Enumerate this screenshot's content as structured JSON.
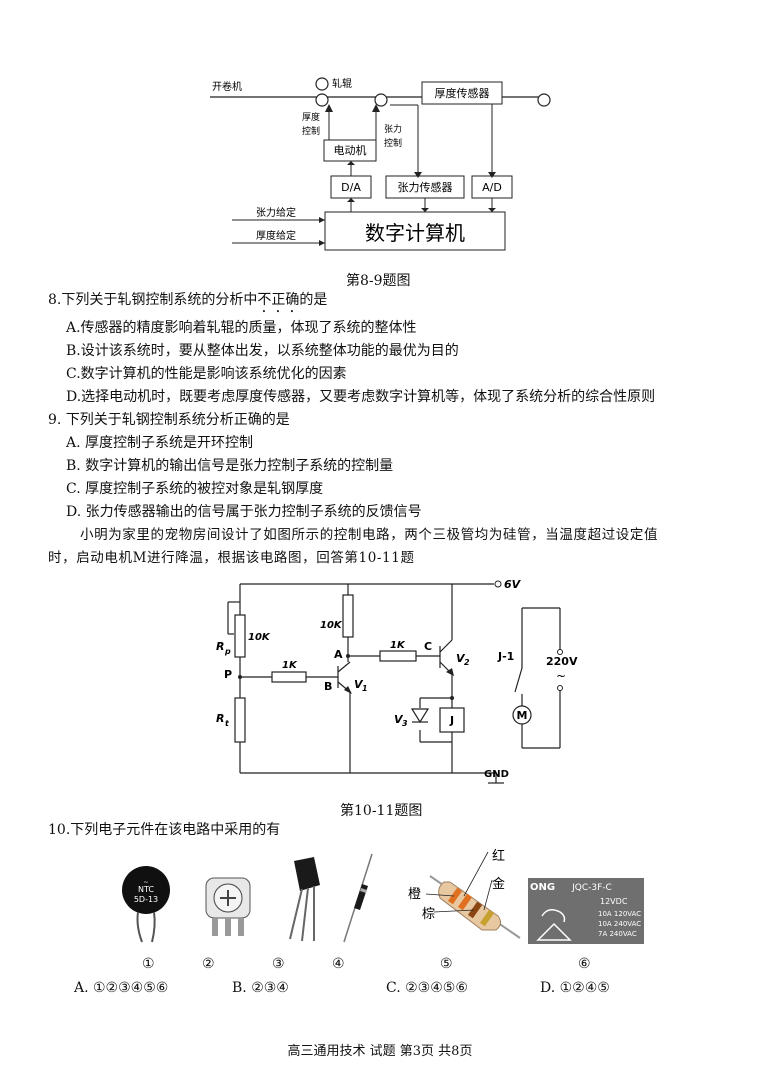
{
  "fig1": {
    "labels": {
      "coiler": "开卷机",
      "roller": "轧辊",
      "thickness_sensor": "厚度传感器",
      "thickness_control_1": "厚度",
      "thickness_control_2": "控制",
      "tension_control_1": "张力",
      "tension_control_2": "控制",
      "motor": "电动机",
      "da": "D/A",
      "tension_sensor": "张力传感器",
      "ad": "A/D",
      "tension_set": "张力给定",
      "thickness_set": "厚度给定",
      "computer": "数字计算机"
    },
    "caption": "第8-9题图"
  },
  "q8": {
    "stem_before": "8.下列关于轧钢控制系统的分析中",
    "stem_emph": "不正确",
    "stem_after": "的是",
    "options": [
      "A.传感器的精度影响着轧辊的质量，体现了系统的整体性",
      "B.设计该系统时，要从整体出发，以系统整体功能的最优为目的",
      "C.数字计算机的性能是影响该系统优化的因素",
      "D.选择电动机时，既要考虑厚度传感器，又要考虑数字计算机等，体现了系统分析的综合性原则"
    ]
  },
  "q9": {
    "stem": "9. 下列关于轧钢控制系统分析正确的是",
    "options": [
      "A. 厚度控制子系统是开环控制",
      "B. 数字计算机的输出信号是张力控制子系统的控制量",
      "C. 厚度控制子系统的被控对象是轧钢厚度",
      "D. 张力传感器输出的信号属于张力控制子系统的反馈信号"
    ]
  },
  "intro": {
    "line1": "小明为家里的宠物房间设计了如图所示的控制电路，两个三极管均为硅管，当温度超过设定值",
    "line2": "时，启动电机M进行降温，根据该电路图，回答第10-11题"
  },
  "fig2": {
    "labels": {
      "vcc": "6V",
      "r10k_a": "10K",
      "r10k_b": "10K",
      "rp": "R",
      "rp_sub": "p",
      "r1k_a": "1K",
      "r1k_b": "1K",
      "p": "P",
      "a": "A",
      "b": "B",
      "c": "C",
      "v1": "V",
      "v1_sub": "1",
      "v2": "V",
      "v2_sub": "2",
      "v3": "V",
      "v3_sub": "3",
      "rt": "R",
      "rt_sub": "t",
      "j": "J",
      "j1": "J-1",
      "ac": "220V",
      "tilde": "~",
      "motor": "M",
      "gnd": "GND"
    },
    "caption": "第10-11题图"
  },
  "q10": {
    "stem": "10.下列电子元件在该电路中采用的有",
    "component_text": {
      "ntc_1": "NTC",
      "ntc_2": "5D-13",
      "res_red": "红",
      "res_gold": "金",
      "res_orange": "橙",
      "res_brown": "棕",
      "relay_brand": "JQC-3F-C",
      "relay_v": "12VDC",
      "relay_r1": "10A 120VAC",
      "relay_r2": "10A 240VAC",
      "relay_r3": "7A  240VAC",
      "relay_logo": "ONG"
    },
    "numbers": [
      "①",
      "②",
      "③",
      "④",
      "⑤",
      "⑥"
    ],
    "answers": [
      "A. ①②③④⑤⑥",
      "B. ②③④",
      "C. ②③④⑤⑥",
      "D. ①②④⑤"
    ]
  },
  "footer": "高三通用技术  试题  第3页  共8页",
  "colors": {
    "relay_bg": "#6f6f6f",
    "ntc_body": "#101010",
    "diode_band": "#aaaaaa"
  }
}
